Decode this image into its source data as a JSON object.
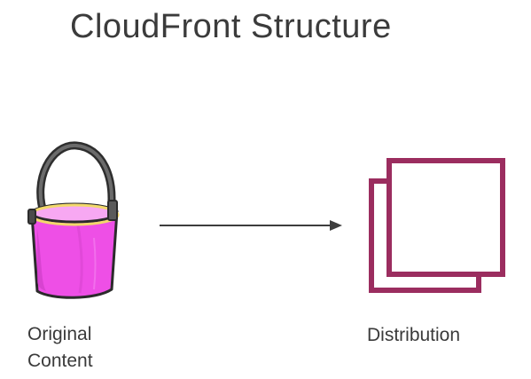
{
  "slide": {
    "title": "CloudFront Structure"
  },
  "origin": {
    "label_line1": "Original",
    "label_line2": "Content",
    "icon": "bucket-icon"
  },
  "distribution": {
    "label": "Distribution",
    "icon": "stacked-squares-icon"
  },
  "colors": {
    "text": "#3a3a3a",
    "bucket_body": "#ee4fe6",
    "bucket_rim": "#f2d96b",
    "bucket_handle": "#4a4a4a",
    "distribution_stroke": "#9b2d5f",
    "arrow": "#3d3d3d"
  }
}
